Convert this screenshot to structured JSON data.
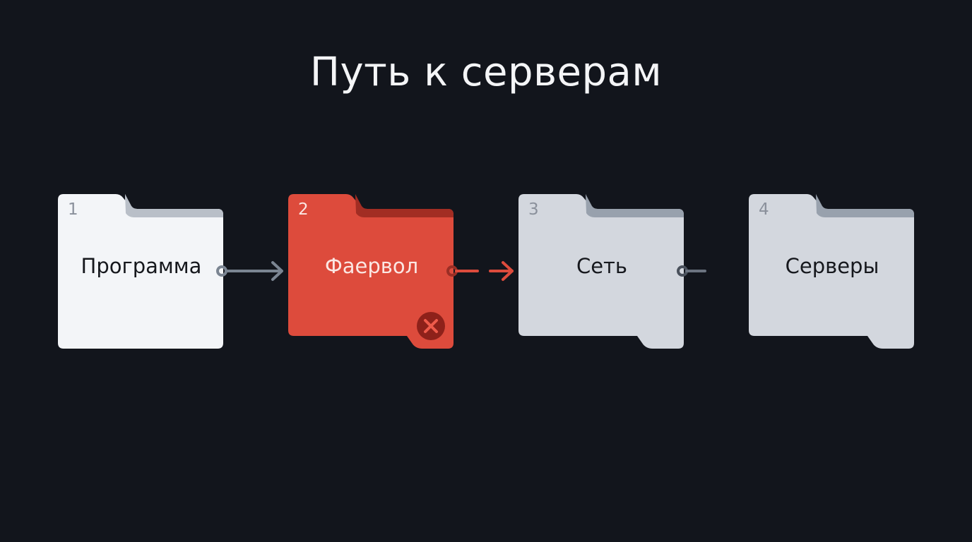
{
  "title": "Путь к серверам",
  "steps": [
    {
      "number": "1",
      "label": "Программа",
      "state": "ok"
    },
    {
      "number": "2",
      "label": "Фаервол",
      "state": "blocked"
    },
    {
      "number": "3",
      "label": "Сеть",
      "state": "unreached"
    },
    {
      "number": "4",
      "label": "Серверы",
      "state": "unreached"
    }
  ],
  "colors": {
    "background": "#12151c",
    "ok_folder": "#f3f5f8",
    "blocked_folder": "#dd4b3c",
    "unreached_folder": "#d3d7de",
    "arrow_ok": "#7b8592",
    "arrow_blocked": "#dd4b3c"
  },
  "icons": {
    "blocked": "close-circle-icon"
  }
}
